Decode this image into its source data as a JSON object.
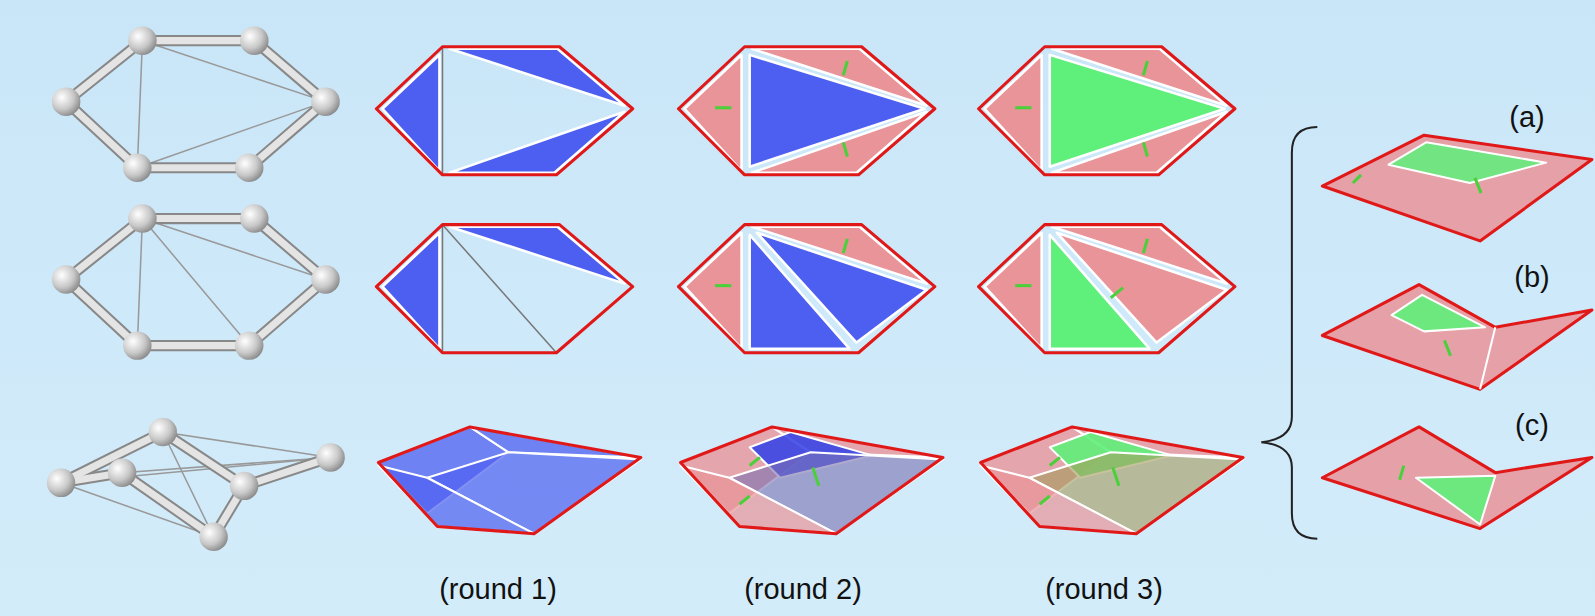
{
  "diagram": {
    "labels": [
      "(a)",
      "(b)",
      "(c)",
      "(round 1)",
      "(round 2)",
      "(round 3)"
    ]
  }
}
